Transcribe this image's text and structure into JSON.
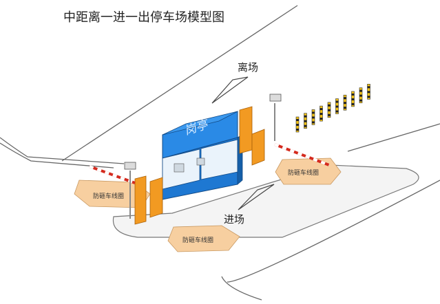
{
  "title": "中距离一进一出停车场模型图",
  "booth_label": "岗亭",
  "exit_label": "离场",
  "entry_label": "进场",
  "zones": [
    "防砸车线圈",
    "防砸车线圈",
    "防砸车线圈"
  ],
  "colors": {
    "booth_blue": "#1e78d2",
    "booth_roof": "#2a8ae6",
    "loop_fill": "#f7cfa0",
    "gate_orange": "#f29a22",
    "barrier_red": "#d42a1e",
    "road_line": "#555555"
  }
}
